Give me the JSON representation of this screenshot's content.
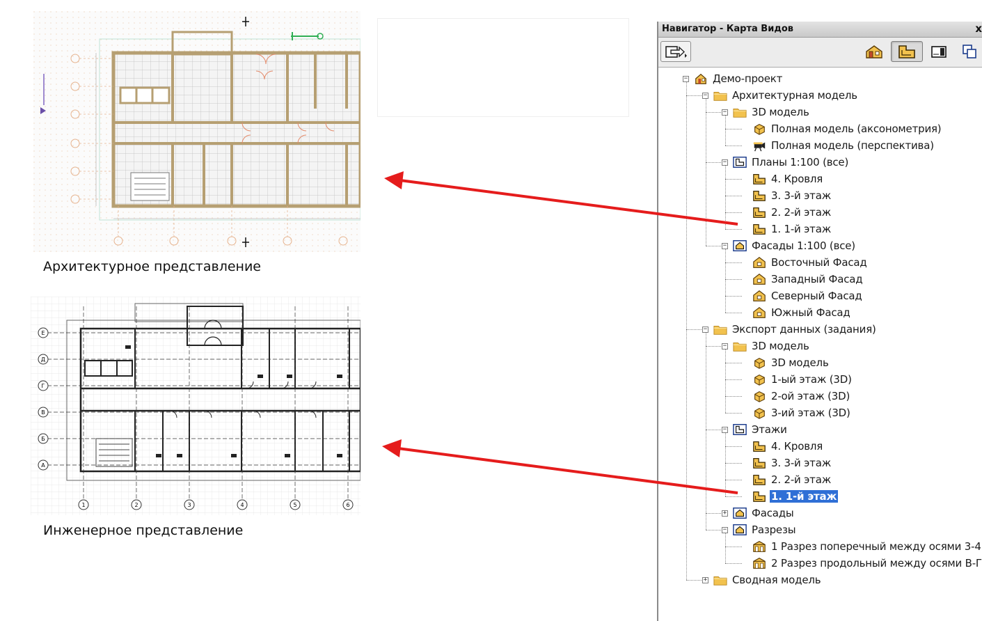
{
  "captions": {
    "architectural": "Архитектурное представление",
    "engineering": "Инженерное представление"
  },
  "eng_plan": {
    "row_axes": [
      "Е",
      "Д",
      "Г",
      "В",
      "Б",
      "А"
    ],
    "col_axes": [
      "1",
      "2",
      "3",
      "4",
      "5",
      "6"
    ]
  },
  "navigator": {
    "title": "Навигатор - Карта Видов",
    "close_glyph": "x",
    "toolbar": {
      "left_button": "publish-map",
      "buttons": [
        "project-map-icon",
        "view-map-icon",
        "layout-book-icon",
        "publisher-sets-icon"
      ],
      "pressed": "view-map-icon"
    },
    "tree": [
      {
        "label": "Демо-проект",
        "icon": "project-icon",
        "level": 0,
        "toggle": "−"
      },
      {
        "label": "Архитектурная модель",
        "icon": "folder-icon",
        "level": 1,
        "toggle": "−"
      },
      {
        "label": "3D модель",
        "icon": "folder-icon",
        "level": 2,
        "toggle": "−"
      },
      {
        "label": "Полная модель (аксонометрия)",
        "icon": "axon-icon",
        "level": 3
      },
      {
        "label": "Полная модель (перспектива)",
        "icon": "camera-icon",
        "level": 3
      },
      {
        "label": "Планы 1:100 (все)",
        "icon": "plans-group-icon",
        "level": 2,
        "toggle": "−"
      },
      {
        "label": "4. Кровля",
        "icon": "floor-plan-icon",
        "level": 3
      },
      {
        "label": "3. 3-й этаж",
        "icon": "floor-plan-icon",
        "level": 3
      },
      {
        "label": "2. 2-й этаж",
        "icon": "floor-plan-icon",
        "level": 3
      },
      {
        "label": "1. 1-й этаж",
        "icon": "floor-plan-icon",
        "level": 3
      },
      {
        "label": "Фасады 1:100 (все)",
        "icon": "elevations-group-icon",
        "level": 2,
        "toggle": "−"
      },
      {
        "label": "Восточный Фасад",
        "icon": "elevation-icon",
        "level": 3
      },
      {
        "label": "Западный Фасад",
        "icon": "elevation-icon",
        "level": 3
      },
      {
        "label": "Северный Фасад",
        "icon": "elevation-icon",
        "level": 3
      },
      {
        "label": "Южный Фасад",
        "icon": "elevation-icon",
        "level": 3
      },
      {
        "label": "Экспорт данных (задания)",
        "icon": "folder-icon",
        "level": 1,
        "toggle": "−"
      },
      {
        "label": "3D модель",
        "icon": "folder-icon",
        "level": 2,
        "toggle": "−"
      },
      {
        "label": "3D модель",
        "icon": "axon-icon",
        "level": 3
      },
      {
        "label": "1-ый этаж (3D)",
        "icon": "axon-icon",
        "level": 3
      },
      {
        "label": "2-ой этаж (3D)",
        "icon": "axon-icon",
        "level": 3
      },
      {
        "label": "3-ий этаж (3D)",
        "icon": "axon-icon",
        "level": 3
      },
      {
        "label": "Этажи",
        "icon": "plans-group-icon",
        "level": 2,
        "toggle": "−"
      },
      {
        "label": "4. Кровля",
        "icon": "floor-plan-icon",
        "level": 3
      },
      {
        "label": "3. 3-й этаж",
        "icon": "floor-plan-icon",
        "level": 3
      },
      {
        "label": "2. 2-й этаж",
        "icon": "floor-plan-icon",
        "level": 3
      },
      {
        "label": "1. 1-й этаж",
        "icon": "floor-plan-icon",
        "level": 3,
        "selected": true
      },
      {
        "label": "Фасады",
        "icon": "elevations-group-icon",
        "level": 2,
        "toggle": "+"
      },
      {
        "label": "Разрезы",
        "icon": "elevations-group-icon",
        "level": 2,
        "toggle": "−"
      },
      {
        "label": "1 Разрез поперечный между осями 3-4",
        "icon": "section-icon",
        "level": 3
      },
      {
        "label": "2 Разрез продольный между осями В-Г",
        "icon": "section-icon",
        "level": 3
      },
      {
        "label": "Сводная модель",
        "icon": "folder-icon",
        "level": 1,
        "toggle": "+"
      }
    ]
  },
  "colors": {
    "arrow": "#e51c1c",
    "selection": "#2f6fd6",
    "folder": "#f2c24e",
    "folder_dark": "#b8861f",
    "wall": "#c9b48a"
  }
}
